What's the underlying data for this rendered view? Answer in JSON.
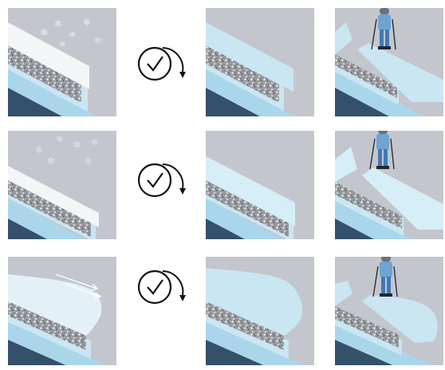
{
  "figure": {
    "rows": [
      {
        "id": "row-1",
        "process": "snowfall"
      },
      {
        "id": "row-2",
        "process": "snowfall"
      },
      {
        "id": "row-3",
        "process": "wind-drift"
      }
    ],
    "panels_per_row": [
      "before",
      "after-time",
      "after-time-with-skier"
    ],
    "icons": [
      "snowflake-icon",
      "clock-icon",
      "clockwise-arrow-icon",
      "skier-icon",
      "wind-arrow-icon"
    ],
    "colors": {
      "background": "#c4c6cd",
      "new_snow": "#f3f5f7",
      "slab": "#c9e6f2",
      "weak_layer": "#8f9398",
      "lower_layer": "#a9d6ea",
      "base": "#35506b",
      "skier_jacket": "#6fa4d0",
      "skier_pants": "#3f79b5"
    }
  }
}
